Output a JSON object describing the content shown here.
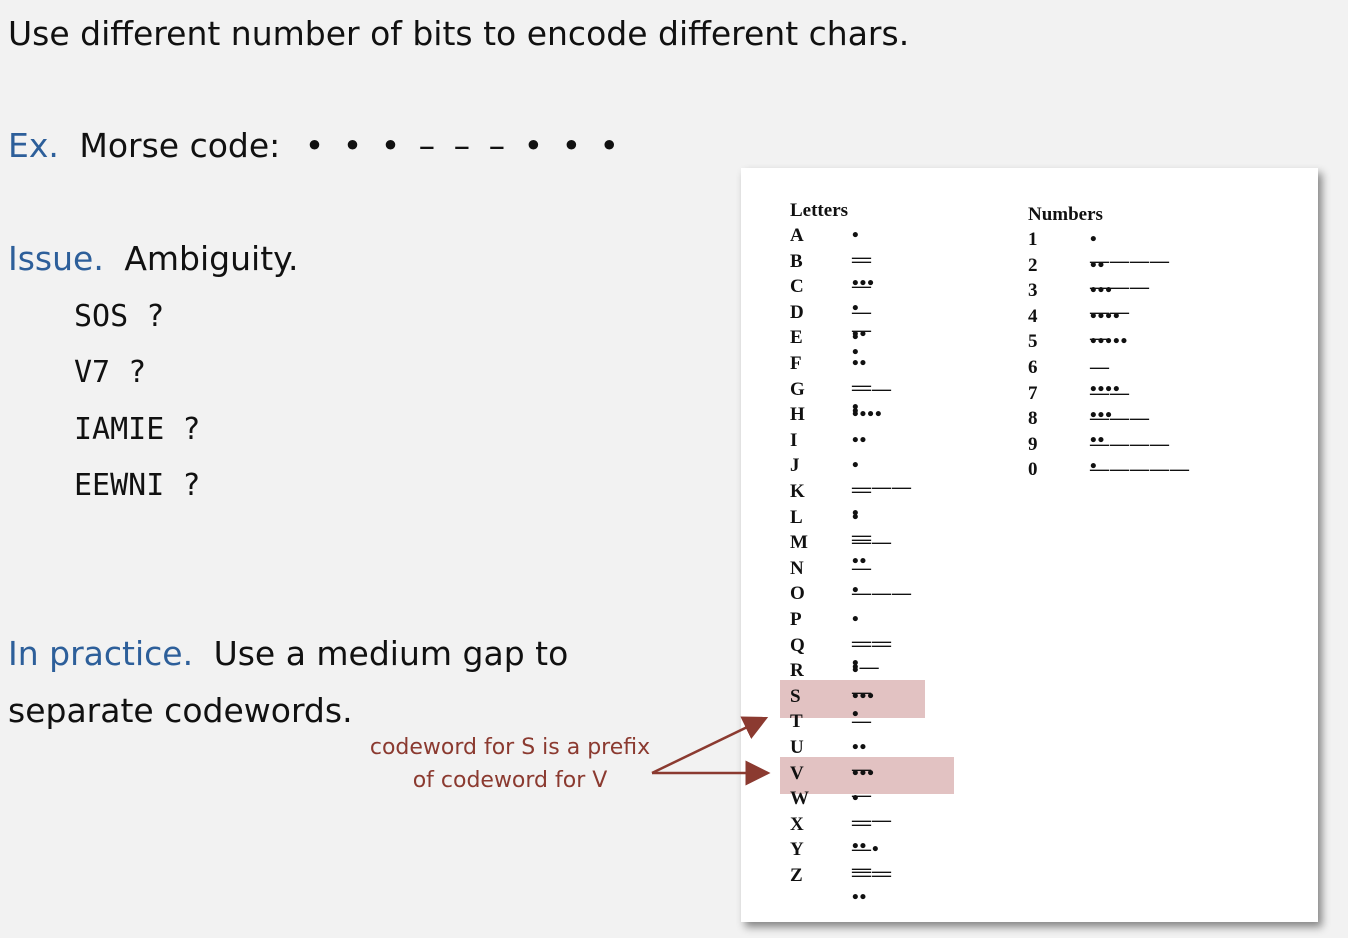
{
  "heading": "Use different number of bits to encode different chars.",
  "example": {
    "label": "Ex.",
    "text": "Morse code:",
    "code": "• • • – – – • • •"
  },
  "issue": {
    "label": "Issue.",
    "text": "Ambiguity.",
    "examples": [
      "SOS ?",
      "V7 ?",
      "IAMIE ?",
      "EEWNI ?"
    ]
  },
  "practice": {
    "label": "In practice.",
    "line1": "Use a medium gap to",
    "line2": "separate codewords."
  },
  "annotation": {
    "line1": "codeword for S is a prefix",
    "line2": "of codeword for V",
    "color": "#8b3a30"
  },
  "morse_table": {
    "letters_header": "Letters",
    "numbers_header": "Numbers",
    "letters": [
      {
        "ch": "A",
        "code": "•—"
      },
      {
        "ch": "B",
        "code": "—•••"
      },
      {
        "ch": "C",
        "code": "—•—•"
      },
      {
        "ch": "D",
        "code": "—••"
      },
      {
        "ch": "E",
        "code": "•"
      },
      {
        "ch": "F",
        "code": "••—•"
      },
      {
        "ch": "G",
        "code": "——•"
      },
      {
        "ch": "H",
        "code": "••••"
      },
      {
        "ch": "I",
        "code": "••"
      },
      {
        "ch": "J",
        "code": "•———"
      },
      {
        "ch": "K",
        "code": "—•—"
      },
      {
        "ch": "L",
        "code": "•—••"
      },
      {
        "ch": "M",
        "code": "——"
      },
      {
        "ch": "N",
        "code": "—•"
      },
      {
        "ch": "O",
        "code": "———"
      },
      {
        "ch": "P",
        "code": "•——•"
      },
      {
        "ch": "Q",
        "code": "——•—"
      },
      {
        "ch": "R",
        "code": "•—•"
      },
      {
        "ch": "S",
        "code": "•••"
      },
      {
        "ch": "T",
        "code": "—"
      },
      {
        "ch": "U",
        "code": "••—"
      },
      {
        "ch": "V",
        "code": "•••—"
      },
      {
        "ch": "W",
        "code": "•——"
      },
      {
        "ch": "X",
        "code": "—••—"
      },
      {
        "ch": "Y",
        "code": "—•——"
      },
      {
        "ch": "Z",
        "code": "——••"
      }
    ],
    "numbers": [
      {
        "ch": "1",
        "code": "•————"
      },
      {
        "ch": "2",
        "code": "••———"
      },
      {
        "ch": "3",
        "code": "•••——"
      },
      {
        "ch": "4",
        "code": "••••—"
      },
      {
        "ch": "5",
        "code": "•••••"
      },
      {
        "ch": "6",
        "code": "—••••"
      },
      {
        "ch": "7",
        "code": "——•••"
      },
      {
        "ch": "8",
        "code": "———••"
      },
      {
        "ch": "9",
        "code": "————•"
      },
      {
        "ch": "0",
        "code": "—————"
      }
    ],
    "highlighted": [
      "S",
      "V"
    ],
    "highlight_color": "#ddb7b7"
  }
}
